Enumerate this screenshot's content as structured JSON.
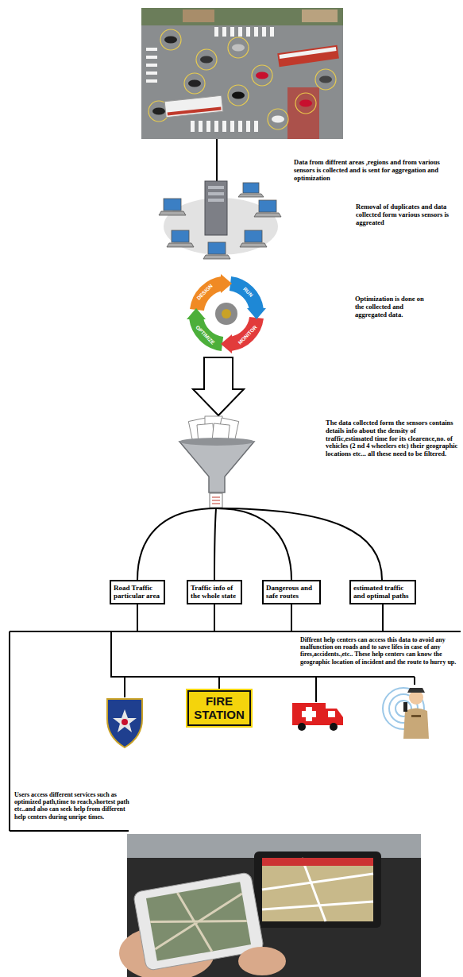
{
  "diagram": {
    "nodes": [
      {
        "text": [
          "Road Traffic particular area"
        ]
      },
      {
        "text": [
          "Traffic info of the whole state"
        ]
      },
      {
        "text": [
          "Dangerous and safe routes"
        ]
      },
      {
        "text": [
          "estimated traffic and optimal paths"
        ]
      },
      {
        "text": [
          "FIRE STATION"
        ]
      }
    ],
    "edges": [
      {
        "from": 0,
        "to": 4,
        "arrow": "none"
      },
      {
        "from": 1,
        "to": 4,
        "arrow": "none"
      },
      {
        "from": 2,
        "to": 4,
        "arrow": "none"
      },
      {
        "from": 3,
        "to": 4,
        "arrow": "none"
      }
    ],
    "labels": [
      "Data from diffrent areas ,regions and from various sensors is collected and is sent for aggregation and optimization",
      "Removal of duplicates and data collected form various sensors is aggreated",
      "DESIGN",
      "RUN",
      "MONITOR",
      "OPTIMIZE",
      "Optimization is done on the collected and aggregated data.",
      "The data collected form the sensors contains details info about the density of traffic,estimated time for its clearence,no. of vehicles (2 nd 4 wheelers etc) their geographic locations etc... all these need to be filtered.",
      "Diffrent help centers can access this data to avoid any malfunction on roads and to save lifes in case of any fires,accidents.,etc.. These help centers can know the geographic location of incident and the route to hurry up.",
      "Users access different services such as optimized path,time to reach,shortest path etc..and also can seek help from different help centers during unripe times."
    ]
  }
}
